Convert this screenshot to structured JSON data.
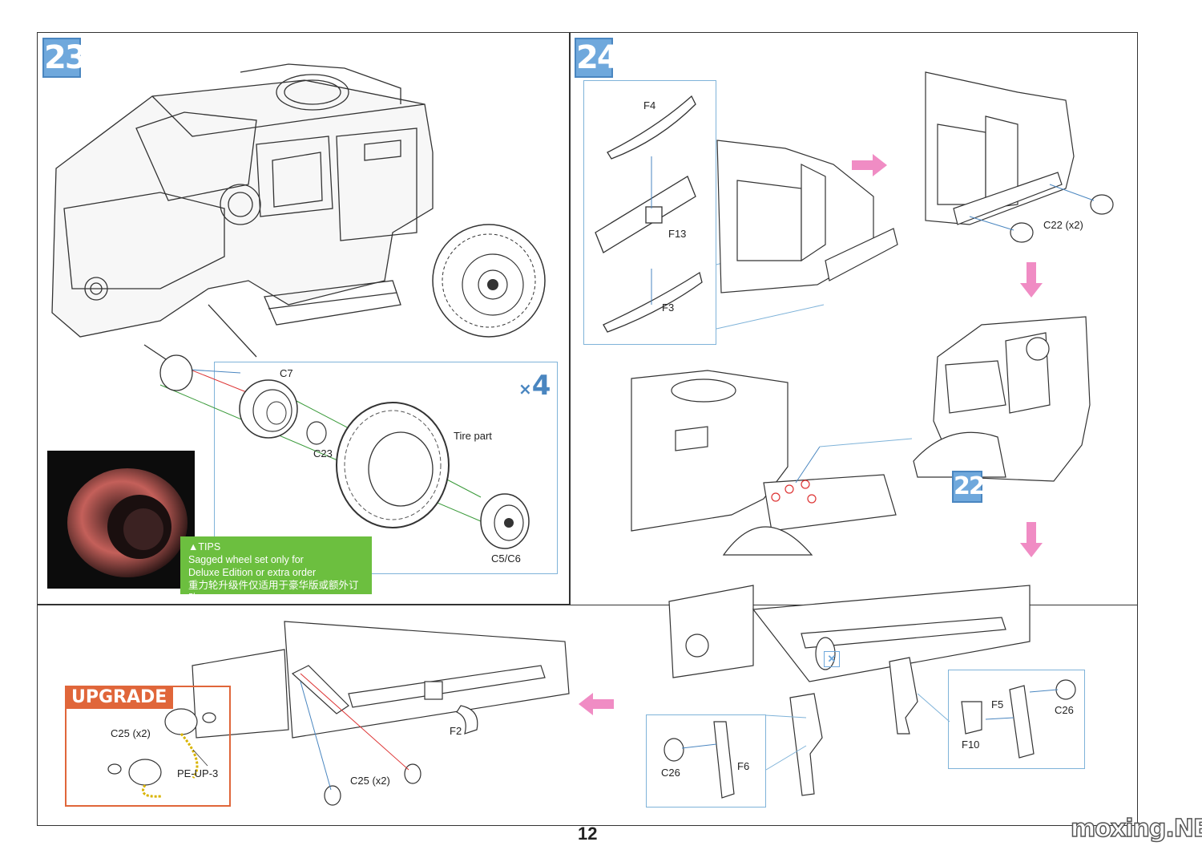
{
  "steps": {
    "s23": {
      "number": "23"
    },
    "s24": {
      "number": "24"
    },
    "ref22": {
      "number": "22"
    }
  },
  "step23": {
    "labels": {
      "c7": "C7",
      "c23": "C23",
      "tire": "Tire part",
      "c5c6": "C5/C6"
    },
    "multiplier": {
      "x": "×",
      "count": "4"
    },
    "tips": {
      "title": "▲TIPS",
      "line1": "Sagged wheel set only for",
      "line2": "Deluxe Edition or extra order",
      "line3": "重力轮升级件仅适用于豪华版或额外订购"
    }
  },
  "step24": {
    "labels": {
      "f4": "F4",
      "f13": "F13",
      "f3": "F3",
      "c22": "C22 (x2)"
    }
  },
  "bottom": {
    "labels": {
      "f2": "F2",
      "c25": "C25 (x2)",
      "c26a": "C26",
      "f6": "F6",
      "f5": "F5",
      "c26b": "C26",
      "f10": "F10"
    },
    "upgrade": {
      "tag": "UPGRADE",
      "c25": "C25 (x2)",
      "peup": "PE-UP-3"
    }
  },
  "page": {
    "number": "12"
  },
  "watermark": {
    "text": "moxing.NET"
  },
  "colors": {
    "step_blue": "#6fa8dc",
    "arrow_pink": "#f08cc4",
    "tips_green": "#6cbf3f",
    "upgrade_orange": "#e0663a",
    "guide_blue": "#7fb3d9"
  }
}
